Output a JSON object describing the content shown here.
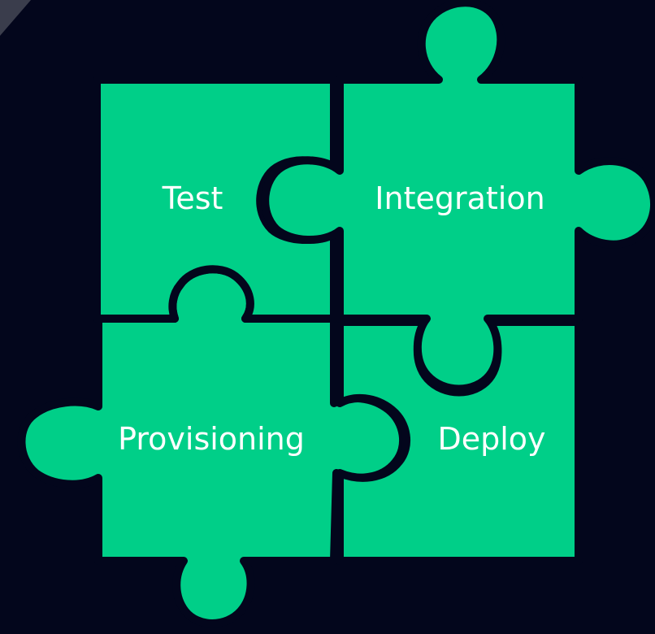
{
  "colors": {
    "background": "#03061c",
    "piece_fill": "#00cf88",
    "piece_gap": "#03061c",
    "label_text": "#ffffff",
    "corner_accent": "#3a3d4c"
  },
  "pieces": [
    {
      "id": "test",
      "label": "Test"
    },
    {
      "id": "integration",
      "label": "Integration"
    },
    {
      "id": "provisioning",
      "label": "Provisioning"
    },
    {
      "id": "deploy",
      "label": "Deploy"
    }
  ]
}
